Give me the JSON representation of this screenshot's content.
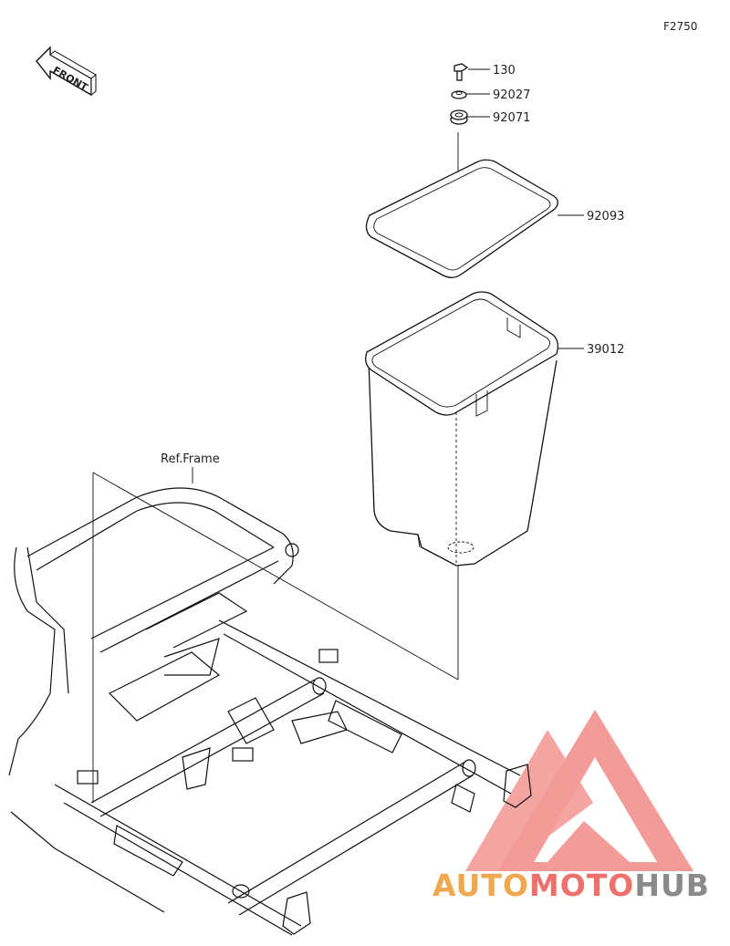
{
  "diagram": {
    "code": "F2750",
    "front_label": "FRONT",
    "ref_label": "Ref.Frame",
    "parts": [
      {
        "id": "bolt",
        "number": "130"
      },
      {
        "id": "washer",
        "number": "92027"
      },
      {
        "id": "grommet",
        "number": "92071"
      },
      {
        "id": "seal",
        "number": "92093"
      },
      {
        "id": "box",
        "number": "39012"
      }
    ]
  },
  "watermark": {
    "part1": "AUTO",
    "part2": "MOTO",
    "part3": "HUB",
    "color_primary": "#f0a850",
    "color_accent": "#ef6f6a",
    "color_dark": "#8a8a8a"
  }
}
